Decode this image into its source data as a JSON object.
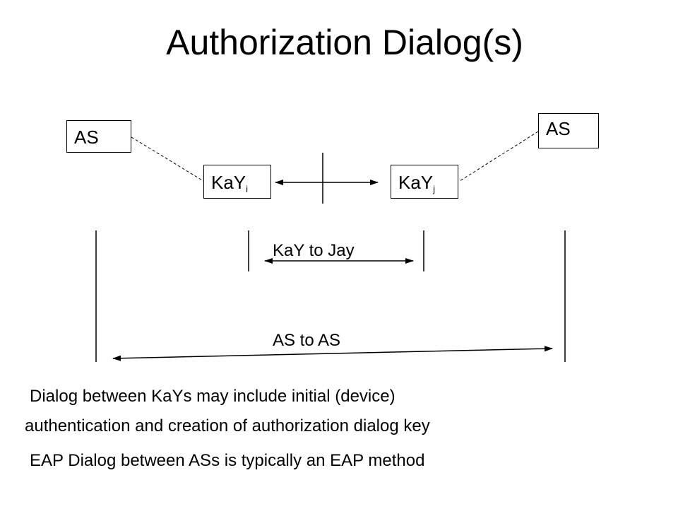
{
  "slide": {
    "title": "Authorization Dialog(s)"
  },
  "diagram": {
    "as_left": "AS",
    "as_right": "AS",
    "kay_left": {
      "base": "KaY",
      "sub": "i"
    },
    "kay_right": {
      "base": "KaY",
      "sub": "j"
    },
    "kay_to_jay_label": "KaY to Jay",
    "as_to_as_label": "AS to AS"
  },
  "notes": {
    "line1": "Dialog between KaYs may include initial (device)",
    "line2": "authentication and creation of authorization dialog key",
    "line3": "EAP Dialog between ASs  is typically an EAP method"
  }
}
